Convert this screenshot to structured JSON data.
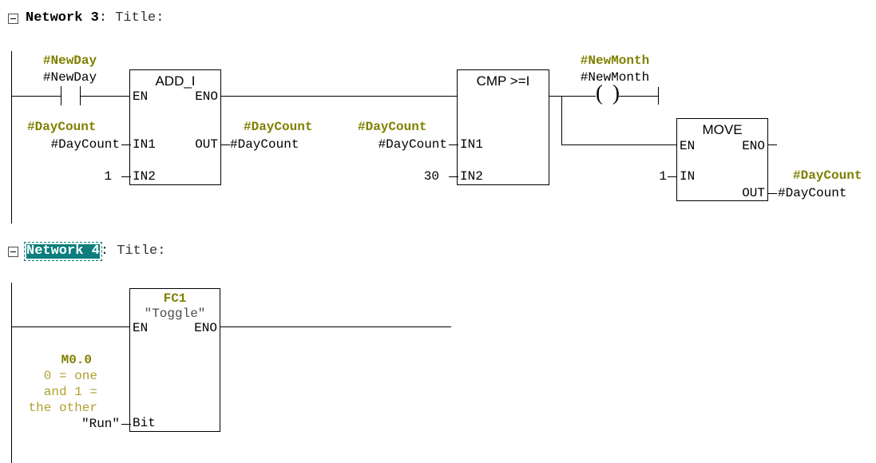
{
  "editor": {
    "language": "LAD",
    "background": "#ffffff",
    "colors": {
      "symbol": "#808000",
      "comment": "#b0a030",
      "wire": "#000000",
      "selection_background": "#0e7d7d",
      "selection_text": "#ffffff"
    }
  },
  "networks": [
    {
      "collapse_icon": "minus-box-icon",
      "name": "Network 3",
      "rest": ": Title:",
      "selected": false,
      "elements": {
        "contact": {
          "symbol": "#NewDay",
          "address": "#NewDay",
          "type": "normally-open-contact"
        },
        "add_block": {
          "title": "ADD_I",
          "pins": {
            "en": "EN",
            "eno": "ENO",
            "in1": "IN1",
            "in2": "IN2",
            "out": "OUT"
          },
          "in1_symbol": "#DayCount",
          "in1_address": "#DayCount",
          "in2_value": "1",
          "out_symbol": "#DayCount",
          "out_address": "#DayCount"
        },
        "cmp_block": {
          "title": "CMP >=I",
          "pins": {
            "in1": "IN1",
            "in2": "IN2"
          },
          "in1_symbol": "#DayCount",
          "in1_address": "#DayCount",
          "in2_value": "30"
        },
        "coil": {
          "symbol": "#NewMonth",
          "address": "#NewMonth",
          "type": "coil"
        },
        "move_block": {
          "title": "MOVE",
          "pins": {
            "en": "EN",
            "eno": "ENO",
            "in": "IN",
            "out": "OUT"
          },
          "in_value": "1",
          "out_symbol": "#DayCount",
          "out_address": "#DayCount"
        }
      }
    },
    {
      "collapse_icon": "minus-box-icon",
      "name": "Network 4",
      "rest": ": Title:",
      "selected": true,
      "elements": {
        "fc_block": {
          "title": "FC1",
          "subtitle": "\"Toggle\"",
          "pins": {
            "en": "EN",
            "eno": "ENO",
            "bit": "Bit"
          },
          "bit_symbol": "M0.0",
          "bit_comment_lines": [
            "0 = one",
            "and 1 =",
            "the other"
          ],
          "bit_address": "\"Run\""
        }
      }
    }
  ]
}
